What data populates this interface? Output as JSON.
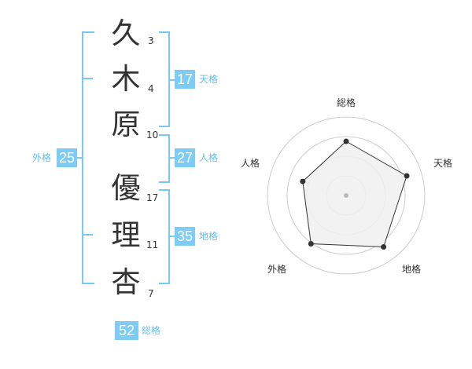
{
  "name_chars": [
    {
      "char": "久",
      "strokes": "3"
    },
    {
      "char": "木",
      "strokes": "4"
    },
    {
      "char": "原",
      "strokes": "10"
    },
    {
      "char": "優",
      "strokes": "17"
    },
    {
      "char": "理",
      "strokes": "11"
    },
    {
      "char": "杏",
      "strokes": "7"
    }
  ],
  "fortunes": {
    "tenkaku": {
      "value": "17",
      "label": "天格"
    },
    "jinkaku": {
      "value": "27",
      "label": "人格"
    },
    "chikaku": {
      "value": "35",
      "label": "地格"
    },
    "gaikaku": {
      "value": "25",
      "label": "外格"
    },
    "soukaku": {
      "value": "52",
      "label": "総格"
    }
  },
  "chart_data": {
    "type": "radar",
    "axes": [
      "総格",
      "天格",
      "地格",
      "外格",
      "人格"
    ],
    "values": [
      0.69,
      0.81,
      0.81,
      0.76,
      0.58
    ],
    "max": 1,
    "rings": 4,
    "colors": {
      "ring": "#cccccc",
      "fill": "#f0f0f0",
      "line": "#333333",
      "center": "#bbbbbb",
      "accent": "#7dccf5"
    }
  }
}
